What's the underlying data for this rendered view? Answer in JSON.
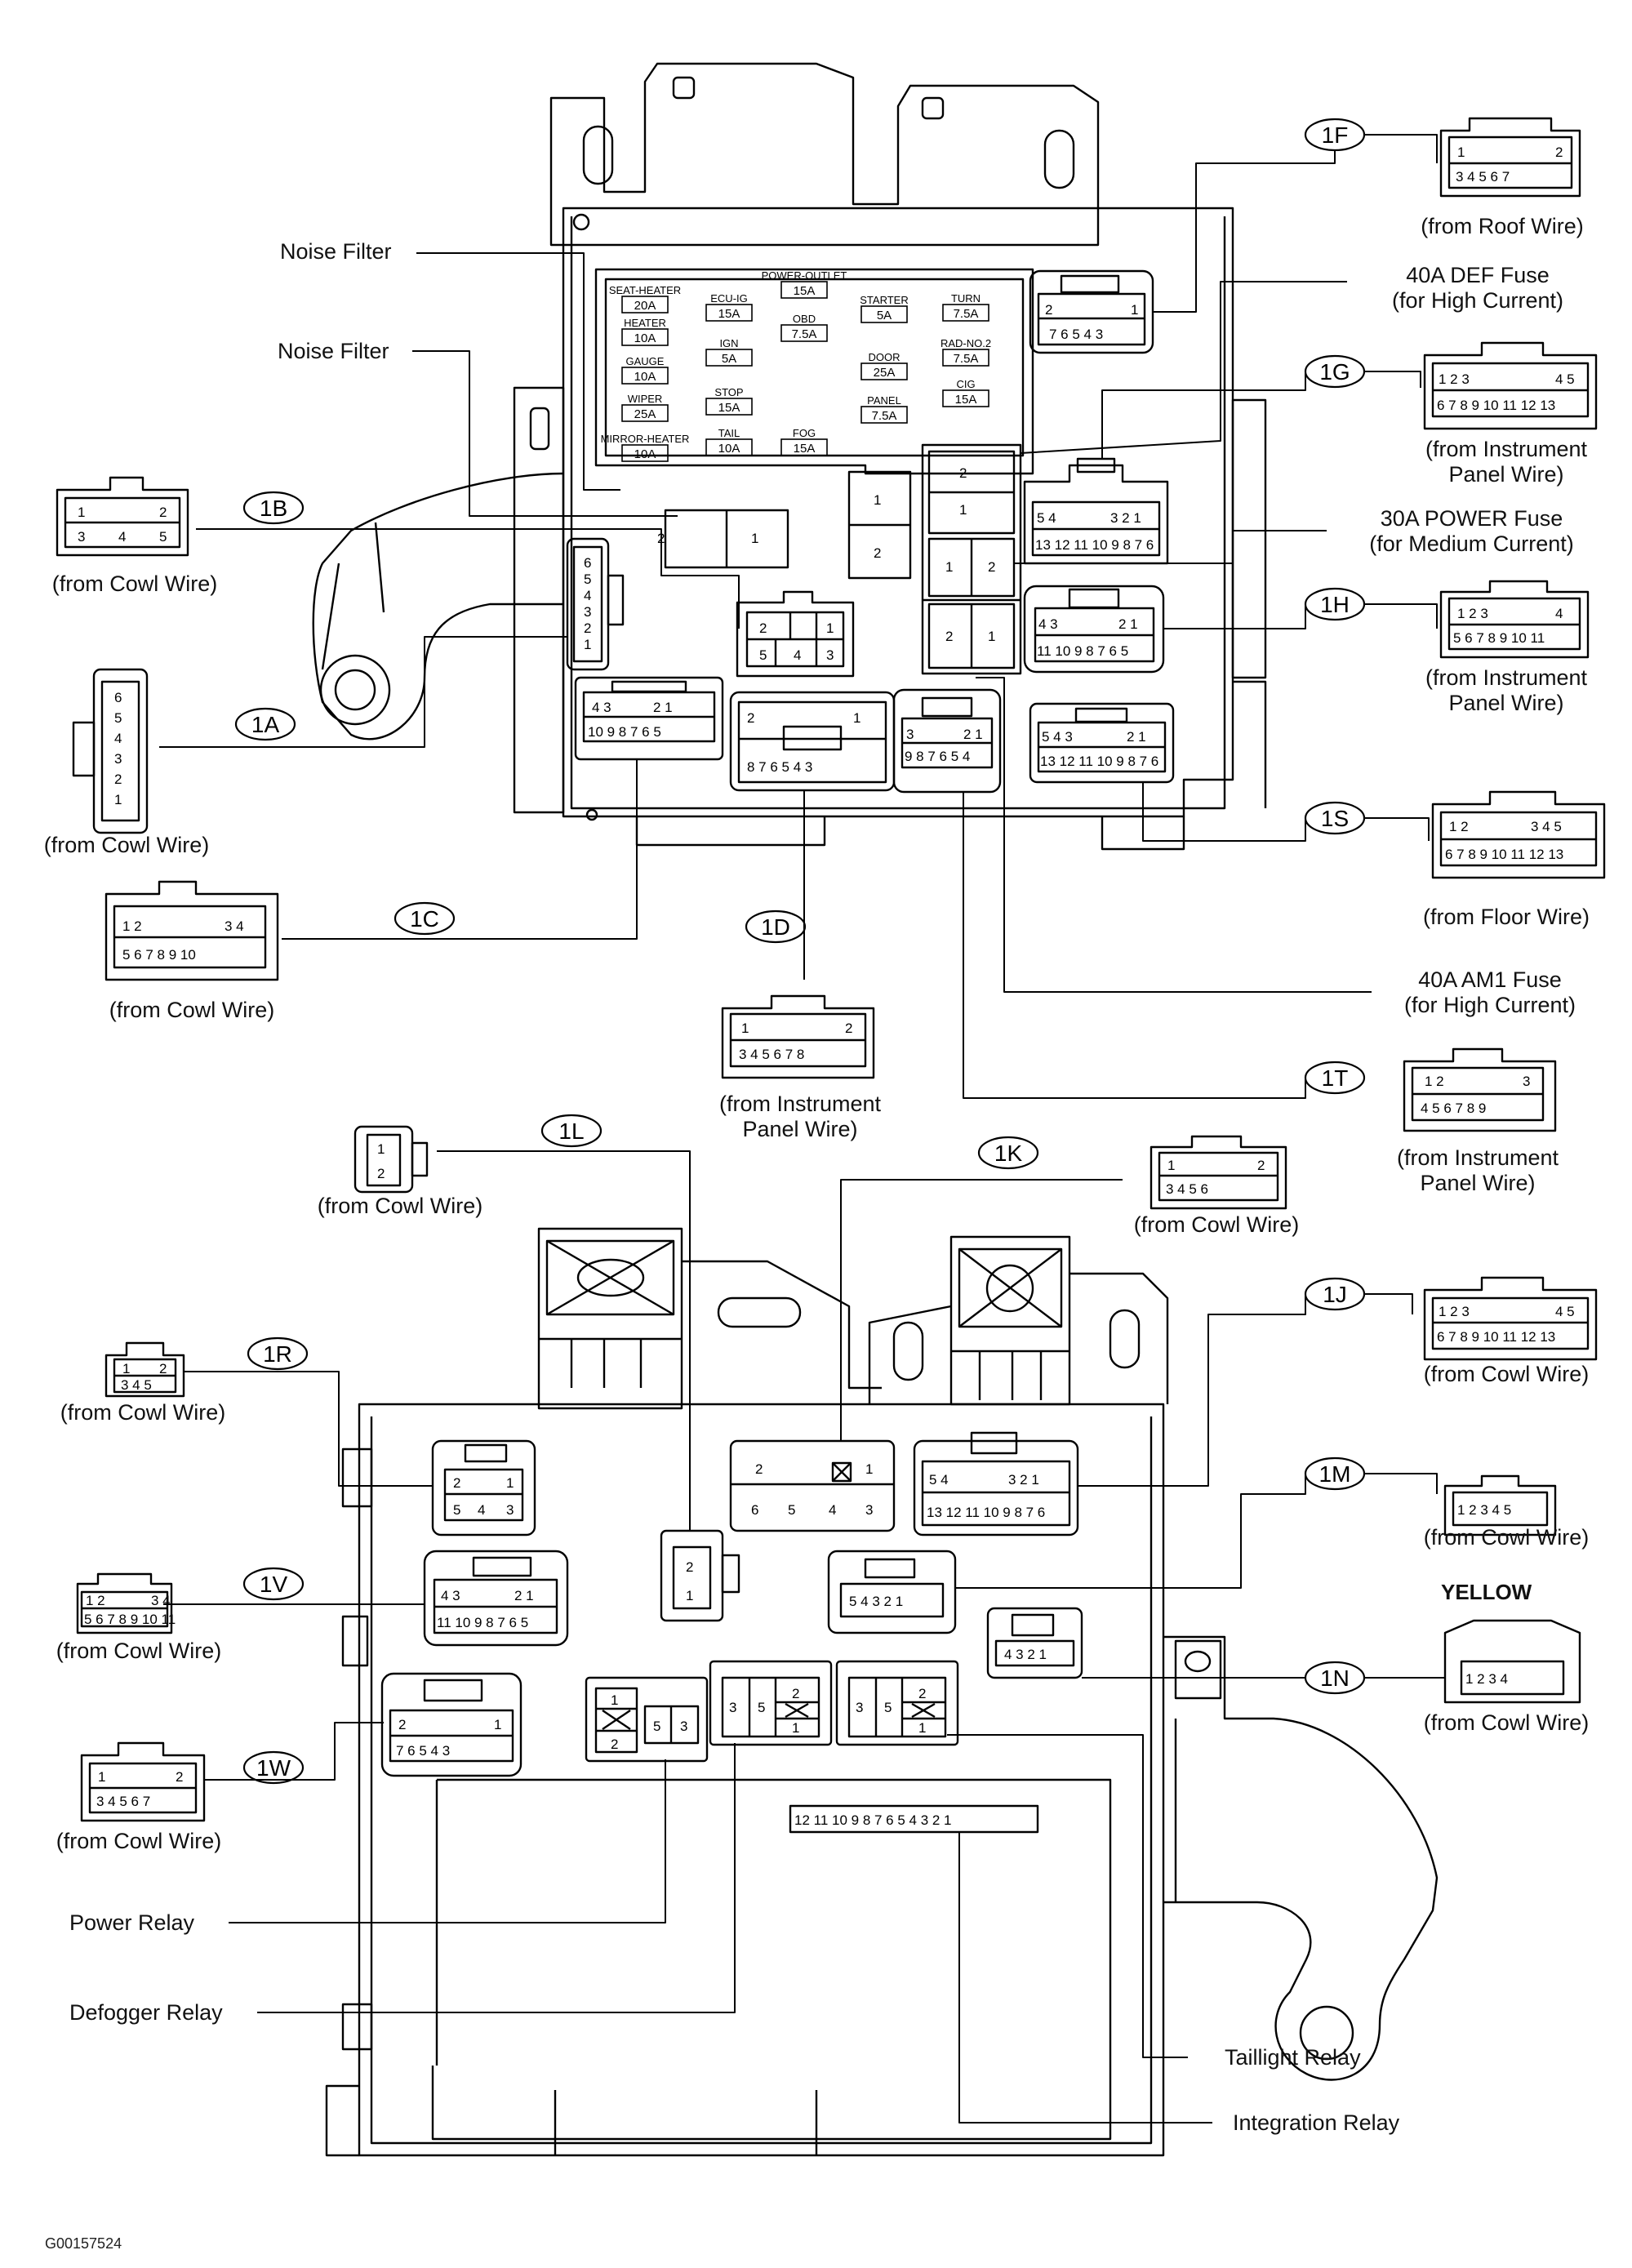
{
  "image_code": "G00157524",
  "callouts": {
    "noise_filter_1": "Noise Filter",
    "noise_filter_2": "Noise Filter",
    "def_fuse": [
      "40A DEF Fuse",
      "(for High Current)"
    ],
    "power_fuse": [
      "30A POWER Fuse",
      "(for Medium Current)"
    ],
    "am1_fuse": [
      "40A AM1 Fuse",
      "(for High Current)"
    ],
    "power_relay": "Power Relay",
    "defogger_relay": "Defogger Relay",
    "taillight_relay": "Taillight Relay",
    "integration_relay": "Integration Relay",
    "yellow": "YELLOW"
  },
  "connectors": [
    {
      "tag": "1F",
      "source": [
        "(from Roof Wire)"
      ],
      "pins": [
        [
          "1",
          "2"
        ],
        [
          "3",
          "4",
          "5",
          "6",
          "7"
        ]
      ]
    },
    {
      "tag": "1G",
      "source": [
        "(from Instrument",
        "Panel Wire)"
      ],
      "pins": [
        [
          "1",
          "2",
          "3",
          "4",
          "5"
        ],
        [
          "6",
          "7",
          "8",
          "9",
          "10",
          "11",
          "12",
          "13"
        ]
      ]
    },
    {
      "tag": "1B",
      "source": [
        "(from Cowl Wire)"
      ],
      "pins": [
        [
          "1",
          "2"
        ],
        [
          "3",
          "4",
          "5"
        ]
      ]
    },
    {
      "tag": "1H",
      "source": [
        "(from Instrument",
        "Panel Wire)"
      ],
      "pins": [
        [
          "1",
          "2",
          "3",
          "4"
        ],
        [
          "5",
          "6",
          "7",
          "8",
          "9",
          "10",
          "11"
        ]
      ]
    },
    {
      "tag": "1A",
      "source": [
        "(from Cowl Wire)"
      ],
      "pins": [
        [
          "6",
          "5",
          "4",
          "3",
          "2",
          "1"
        ]
      ]
    },
    {
      "tag": "1S",
      "source": [
        "(from Floor Wire)"
      ],
      "pins": [
        [
          "1",
          "2",
          "3",
          "4",
          "5"
        ],
        [
          "6",
          "7",
          "8",
          "9",
          "10",
          "11",
          "12",
          "13"
        ]
      ]
    },
    {
      "tag": "1C",
      "source": [
        "(from Cowl Wire)"
      ],
      "pins": [
        [
          "1",
          "2",
          "3",
          "4"
        ],
        [
          "5",
          "6",
          "7",
          "8",
          "9",
          "10"
        ]
      ]
    },
    {
      "tag": "1D",
      "source": [
        "(from Instrument",
        "Panel Wire)"
      ],
      "pins": [
        [
          "1",
          "2"
        ],
        [
          "3",
          "4",
          "5",
          "6",
          "7",
          "8"
        ]
      ]
    },
    {
      "tag": "1T",
      "source": [
        "(from Instrument",
        "Panel Wire)"
      ],
      "pins": [
        [
          "1",
          "2",
          "3"
        ],
        [
          "4",
          "5",
          "6",
          "7",
          "8",
          "9"
        ]
      ]
    },
    {
      "tag": "1L",
      "source": [
        "(from Cowl Wire)"
      ],
      "pins": [
        [
          "1",
          "2"
        ]
      ]
    },
    {
      "tag": "1K",
      "source": [
        "(from Cowl Wire)"
      ],
      "pins": [
        [
          "1",
          "2"
        ],
        [
          "3",
          "4",
          "5",
          "6"
        ]
      ]
    },
    {
      "tag": "1J",
      "source": [
        "(from Cowl Wire)"
      ],
      "pins": [
        [
          "1",
          "2",
          "3",
          "4",
          "5"
        ],
        [
          "6",
          "7",
          "8",
          "9",
          "10",
          "11",
          "12",
          "13"
        ]
      ]
    },
    {
      "tag": "1R",
      "source": [
        "(from Cowl Wire)"
      ],
      "pins": [
        [
          "1",
          "2"
        ],
        [
          "3",
          "4",
          "5"
        ]
      ]
    },
    {
      "tag": "1M",
      "source": [
        "(from Cowl Wire)"
      ],
      "pins": [
        [
          "1",
          "2",
          "3",
          "4",
          "5"
        ]
      ]
    },
    {
      "tag": "1V",
      "source": [
        "(from Cowl Wire)"
      ],
      "pins": [
        [
          "1",
          "2",
          "3",
          "4"
        ],
        [
          "5",
          "6",
          "7",
          "8",
          "9",
          "10",
          "11"
        ]
      ]
    },
    {
      "tag": "1N",
      "source": [
        "(from Cowl Wire)"
      ],
      "pins": [
        [
          "1",
          "2",
          "3",
          "4"
        ]
      ]
    },
    {
      "tag": "1W",
      "source": [
        "(from Cowl Wire)"
      ],
      "pins": [
        [
          "1",
          "2"
        ],
        [
          "3",
          "4",
          "5",
          "6",
          "7"
        ]
      ]
    }
  ],
  "fuses": [
    {
      "name": "SEAT-HEATER",
      "rating": "20A"
    },
    {
      "name": "HEATER",
      "rating": "10A"
    },
    {
      "name": "GAUGE",
      "rating": "10A"
    },
    {
      "name": "WIPER",
      "rating": "25A"
    },
    {
      "name": "MIRROR-HEATER",
      "rating": "10A"
    },
    {
      "name": "ECU-IG",
      "rating": "15A"
    },
    {
      "name": "IGN",
      "rating": "5A"
    },
    {
      "name": "STOP",
      "rating": "15A"
    },
    {
      "name": "TAIL",
      "rating": "10A"
    },
    {
      "name": "POWER-OUTLET",
      "rating": "15A"
    },
    {
      "name": "OBD",
      "rating": "7.5A"
    },
    {
      "name": "FOG",
      "rating": "15A"
    },
    {
      "name": "STARTER",
      "rating": "5A"
    },
    {
      "name": "DOOR",
      "rating": "25A"
    },
    {
      "name": "PANEL",
      "rating": "7.5A"
    },
    {
      "name": "TURN",
      "rating": "7.5A"
    },
    {
      "name": "RAD-NO.2",
      "rating": "7.5A"
    },
    {
      "name": "CIG",
      "rating": "15A"
    }
  ],
  "block_pins": {
    "noise_filter_b": [
      "2",
      "1"
    ],
    "noise_filter_a": [
      "1",
      "2"
    ],
    "fuse_def": [
      "2",
      "1"
    ],
    "fuse_power": [
      "1",
      "2"
    ],
    "fuse_am1": [
      "2",
      "1"
    ],
    "socket_1B": [
      [
        "2",
        "1"
      ],
      [
        "5",
        "4",
        "3"
      ]
    ],
    "socket_1A": [
      "6",
      "5",
      "4",
      "3",
      "2",
      "1"
    ],
    "socket_1C": [
      [
        "4",
        "3",
        "2",
        "1"
      ],
      [
        "10",
        "9",
        "8",
        "7",
        "6",
        "5"
      ]
    ],
    "socket_1D": [
      [
        "2",
        "1"
      ],
      [
        "8",
        "7",
        "6",
        "5",
        "4",
        "3"
      ]
    ],
    "socket_1T": [
      [
        "3",
        "2",
        "1"
      ],
      [
        "9",
        "8",
        "7",
        "6",
        "5",
        "4"
      ]
    ],
    "socket_1G": [
      [
        "5",
        "4",
        "3",
        "2",
        "1"
      ],
      [
        "13",
        "12",
        "11",
        "10",
        "9",
        "8",
        "7",
        "6"
      ]
    ],
    "socket_1H": [
      [
        "4",
        "3",
        "2",
        "1"
      ],
      [
        "11",
        "10",
        "9",
        "8",
        "7",
        "6",
        "5"
      ]
    ],
    "socket_1S": [
      [
        "5",
        "4",
        "3",
        "2",
        "1"
      ],
      [
        "13",
        "12",
        "11",
        "10",
        "9",
        "8",
        "7",
        "6"
      ]
    ],
    "socket_1F": [
      "2",
      "1",
      "7",
      "6",
      "5",
      "4",
      "3"
    ],
    "socket_1R": [
      [
        "2",
        "1"
      ],
      [
        "5",
        "4",
        "3"
      ]
    ],
    "socket_1K": [
      [
        "2",
        "1"
      ],
      [
        "6",
        "5",
        "4",
        "3"
      ]
    ],
    "socket_1J": [
      [
        "5",
        "4",
        "3",
        "2",
        "1"
      ],
      [
        "13",
        "12",
        "11",
        "10",
        "9",
        "8",
        "7",
        "6"
      ]
    ],
    "socket_1L": [
      "2",
      "1"
    ],
    "socket_1V": [
      [
        "4",
        "3",
        "2",
        "1"
      ],
      [
        "11",
        "10",
        "9",
        "8",
        "7",
        "6",
        "5"
      ]
    ],
    "socket_1M": [
      "5",
      "4",
      "3",
      "2",
      "1"
    ],
    "socket_1N": [
      "4",
      "3",
      "2",
      "1"
    ],
    "socket_1W": [
      [
        "2",
        "1"
      ],
      [
        "7",
        "6",
        "5",
        "4",
        "3"
      ]
    ],
    "power_relay": [
      "1",
      "2",
      "5",
      "3"
    ],
    "defogger_relay": [
      "3",
      "5",
      "2",
      "1"
    ],
    "taillight_relay": [
      "3",
      "5",
      "2",
      "1"
    ],
    "integration_relay": [
      "12",
      "11",
      "10",
      "9",
      "8",
      "7",
      "6",
      "5",
      "4",
      "3",
      "2",
      "1"
    ]
  }
}
